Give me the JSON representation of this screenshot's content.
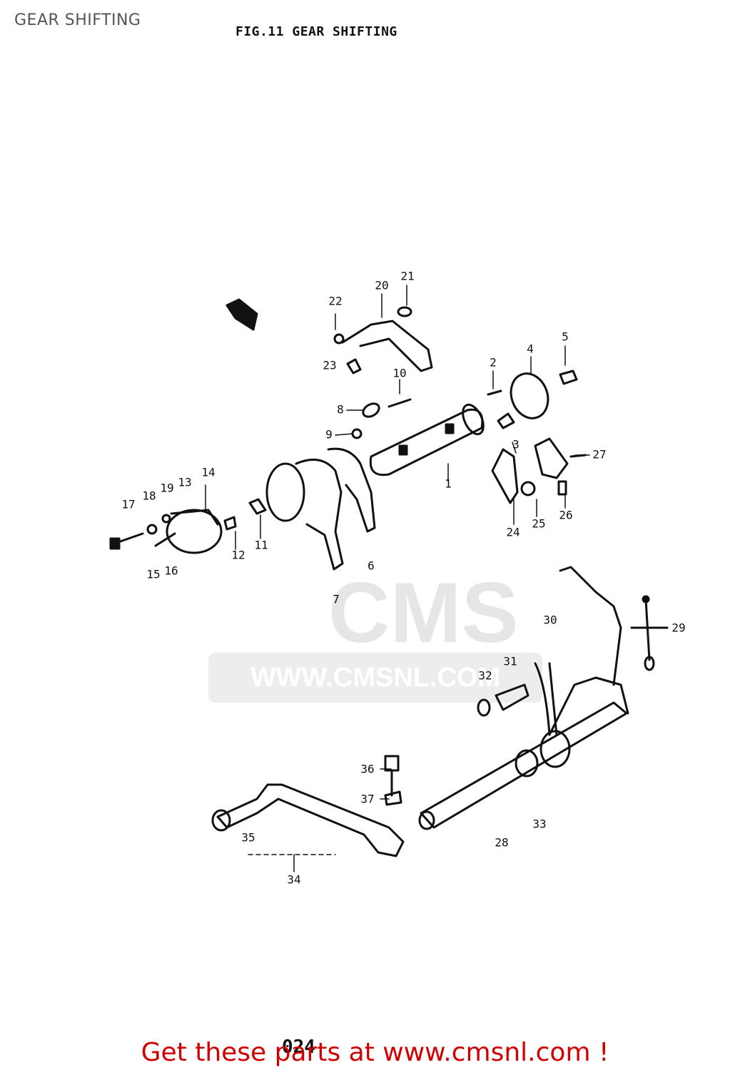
{
  "page": {
    "title": "GEAR SHIFTING"
  },
  "figure": {
    "title": "FIG.11  GEAR SHIFTING"
  },
  "watermark": {
    "brand": "CMS",
    "url": "WWW.CMSNL.COM"
  },
  "callouts": [
    "1",
    "2",
    "3",
    "4",
    "5",
    "6",
    "7",
    "8",
    "9",
    "10",
    "11",
    "12",
    "13",
    "14",
    "15",
    "16",
    "17",
    "18",
    "19",
    "20",
    "21",
    "22",
    "23",
    "24",
    "25",
    "26",
    "27",
    "28",
    "29",
    "30",
    "31",
    "32",
    "33",
    "34",
    "35",
    "36",
    "37"
  ],
  "footer": {
    "page_number": "024",
    "cta": "Get these parts at www.cmsnl.com !"
  },
  "colors": {
    "cta": "#d00000",
    "ink": "#111111",
    "watermark": "#e6e6e6"
  }
}
